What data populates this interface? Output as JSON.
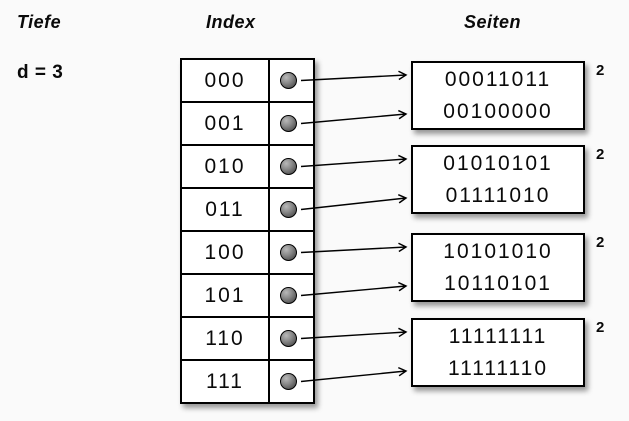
{
  "labels": {
    "depth_title": "Tiefe",
    "depth_value": "d = 3",
    "index_title": "Index",
    "pages_title": "Seiten"
  },
  "index": {
    "entries": [
      "000",
      "001",
      "010",
      "011",
      "100",
      "101",
      "110",
      "111"
    ]
  },
  "pages": [
    {
      "values": [
        "00011011",
        "00100000"
      ],
      "local_depth": "2"
    },
    {
      "values": [
        "01010101",
        "01111010"
      ],
      "local_depth": "2"
    },
    {
      "values": [
        "10101010",
        "10110101"
      ],
      "local_depth": "2"
    },
    {
      "values": [
        "11111111",
        "11111110"
      ],
      "local_depth": "2"
    }
  ],
  "links": [
    {
      "from": "000",
      "to_page": 1
    },
    {
      "from": "001",
      "to_page": 1
    },
    {
      "from": "010",
      "to_page": 2
    },
    {
      "from": "011",
      "to_page": 2
    },
    {
      "from": "100",
      "to_page": 3
    },
    {
      "from": "101",
      "to_page": 3
    },
    {
      "from": "110",
      "to_page": 4
    },
    {
      "from": "111",
      "to_page": 4
    }
  ],
  "colors": {
    "background": "#fafafa",
    "box_fill": "#ffffff",
    "stroke": "#000000",
    "pointer_fill": "#6e6e6e"
  }
}
